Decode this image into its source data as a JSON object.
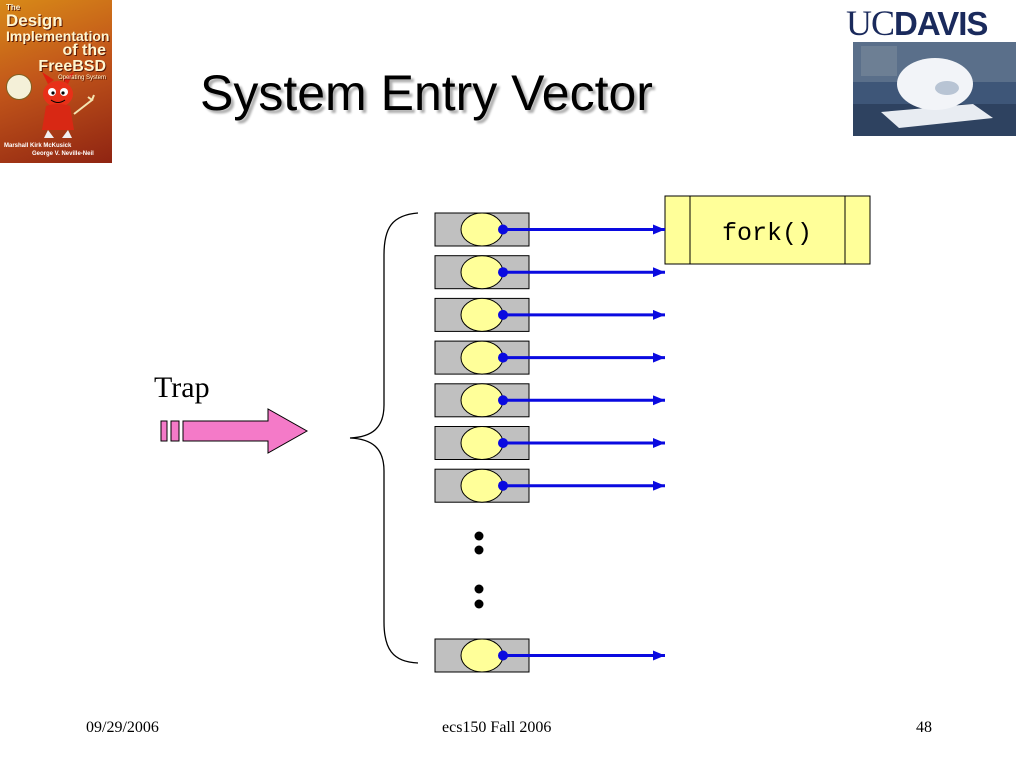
{
  "slide": {
    "title": "System Entry Vector",
    "footer": {
      "date": "09/29/2006",
      "course": "ecs150 Fall 2006",
      "page": "48"
    }
  },
  "book_cover": {
    "title_lines": [
      "The",
      "Design",
      "Implementation",
      "of the FreeBSD",
      "Operating System"
    ],
    "authors": [
      "Marshall Kirk McKusick",
      "George V. Neville-Neil"
    ]
  },
  "logo": {
    "prefix": "UC",
    "suffix": "DAVIS"
  },
  "diagram": {
    "trap_label": "Trap",
    "handler_label": "fork()",
    "vector_entries_before_ellipsis": 7,
    "vector_entries_after_ellipsis": 1
  },
  "colors": {
    "pointer": "#0a0ae0",
    "slot_fill": "#c0c0c0",
    "pointer_cell_fill": "#ffff99",
    "trap_arrow_fill": "#f47ac8",
    "handler_fill": "#ffff99"
  }
}
